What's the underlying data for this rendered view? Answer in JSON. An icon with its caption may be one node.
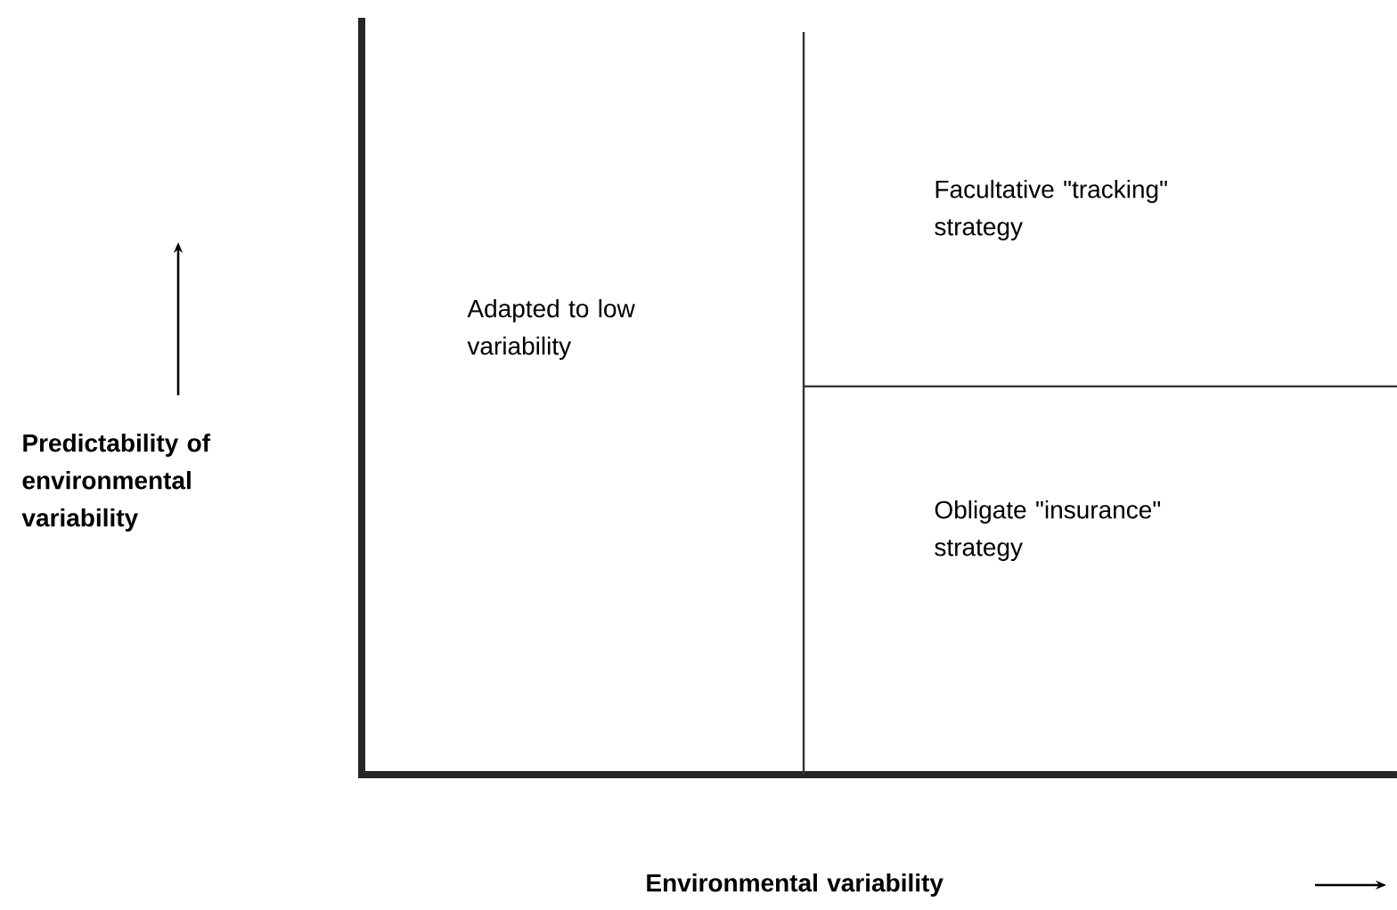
{
  "diagram": {
    "nodes": [
      {
        "text": [
          "Adapted to low variability"
        ]
      },
      {
        "text": [
          "Facultative \"tracking\" strategy"
        ]
      },
      {
        "text": [
          "Obligate \"insurance\" strategy"
        ]
      }
    ],
    "labels": [
      "Predictability of environmental variability",
      "Environmental variability"
    ]
  }
}
